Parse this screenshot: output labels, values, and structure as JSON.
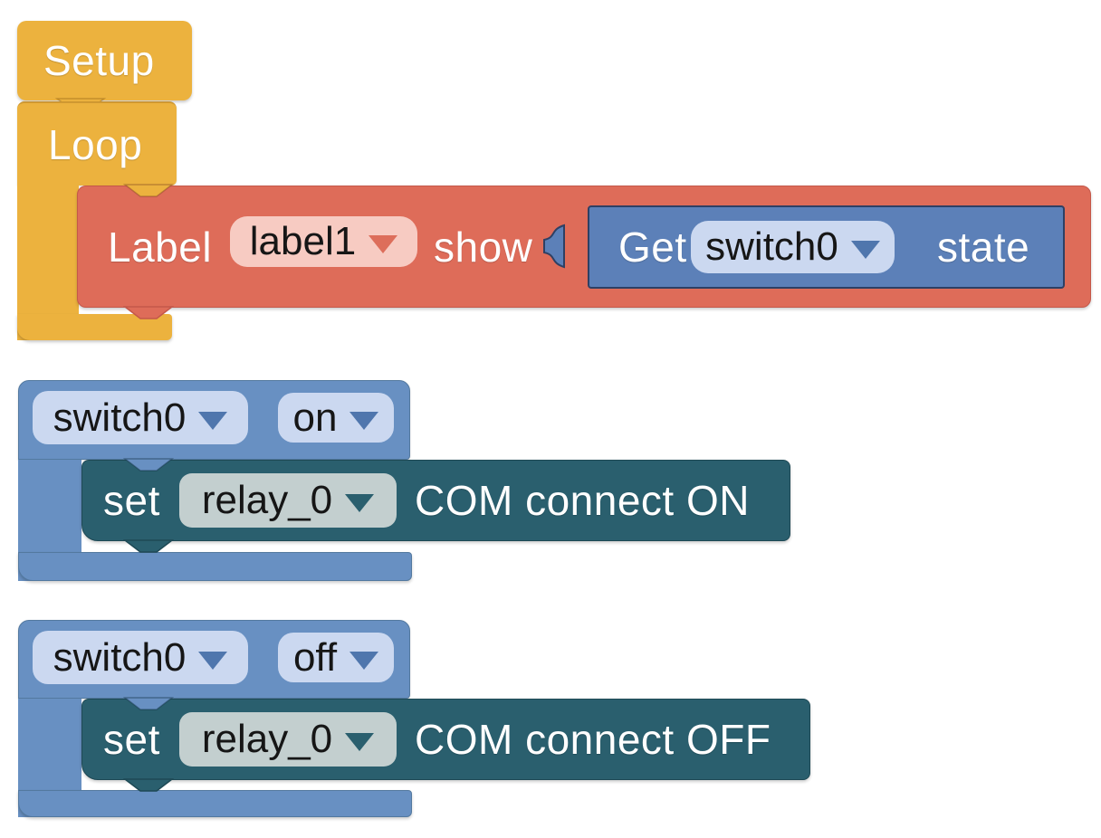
{
  "colors": {
    "yellow": "#ECB23E",
    "red": "#DE6C59",
    "blue": "#5C80B8",
    "container_blue": "#6890C2",
    "teal": "#2A5F6E",
    "field_pink": "#F7CBC2",
    "field_periwinkle": "#CBD8F0",
    "field_sage": "#C3CFCF"
  },
  "blocks": {
    "setup": {
      "label": "Setup"
    },
    "loop": {
      "label": "Loop"
    },
    "label_show": {
      "prefix": "Label",
      "field": "label1",
      "suffix": "show"
    },
    "get_state": {
      "prefix": "Get",
      "field": "switch0",
      "suffix": "state"
    },
    "switch_on": {
      "field_device": "switch0",
      "field_state": "on"
    },
    "set_relay_on": {
      "prefix": "set",
      "field": "relay_0",
      "suffix": "COM connect ON"
    },
    "switch_off": {
      "field_device": "switch0",
      "field_state": "off"
    },
    "set_relay_off": {
      "prefix": "set",
      "field": "relay_0",
      "suffix": "COM connect OFF"
    }
  }
}
